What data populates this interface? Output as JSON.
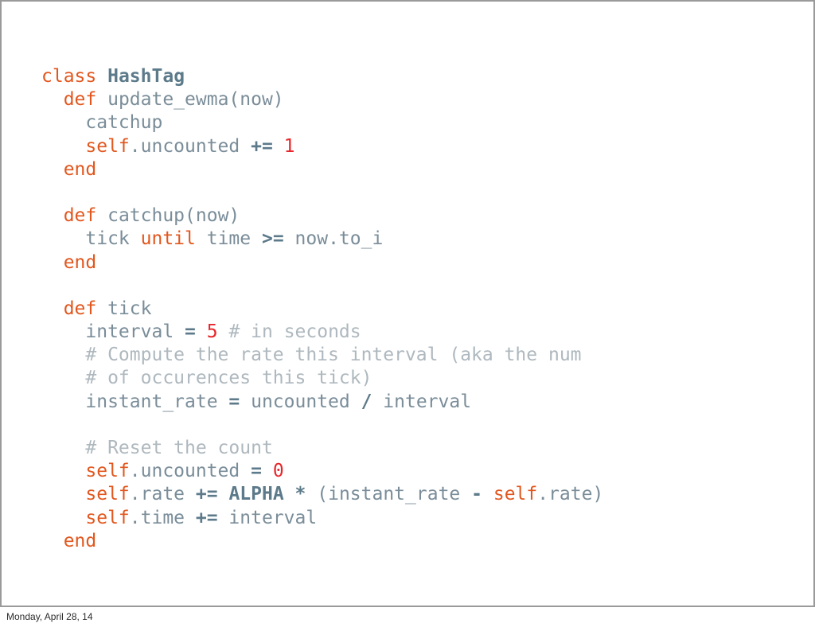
{
  "slide": {
    "footer_text": "Monday, April 28, 14",
    "background_color": "#ffffff",
    "border_color": "#9a9a9a"
  },
  "theme": {
    "keyword_color": "#E2571E",
    "constant_color": "#5C7A8A",
    "plain_color": "#7A8D99",
    "operator_color": "#5C7A8A",
    "number_color": "#E8252A",
    "comment_color": "#AEB8BE"
  },
  "code": {
    "language": "ruby",
    "full_text": "class HashTag\n  def update_ewma(now)\n    catchup\n    self.uncounted += 1\n  end\n\n  def catchup(now)\n    tick until time >= now.to_i\n  end\n\n  def tick\n    interval = 5 # in seconds\n    # Compute the rate this interval (aka the num\n    # of occurences this tick)\n    instant_rate = uncounted / interval\n\n    # Reset the count\n    self.uncounted = 0\n    self.rate += ALPHA * (instant_rate - self.rate)\n    self.time += interval\n  end",
    "lines": [
      {
        "indent": "",
        "tokens": [
          {
            "t": "kw",
            "v": "class"
          },
          {
            "t": "plain",
            "v": " "
          },
          {
            "t": "const",
            "v": "HashTag"
          }
        ]
      },
      {
        "indent": "  ",
        "tokens": [
          {
            "t": "kw",
            "v": "def"
          },
          {
            "t": "plain",
            "v": " update_ewma(now)"
          }
        ]
      },
      {
        "indent": "    ",
        "tokens": [
          {
            "t": "plain",
            "v": "catchup"
          }
        ]
      },
      {
        "indent": "    ",
        "tokens": [
          {
            "t": "self",
            "v": "self"
          },
          {
            "t": "plain",
            "v": ".uncounted "
          },
          {
            "t": "op",
            "v": "+="
          },
          {
            "t": "plain",
            "v": " "
          },
          {
            "t": "num",
            "v": "1"
          }
        ]
      },
      {
        "indent": "  ",
        "tokens": [
          {
            "t": "kw",
            "v": "end"
          }
        ]
      },
      {
        "indent": "",
        "tokens": []
      },
      {
        "indent": "  ",
        "tokens": [
          {
            "t": "kw",
            "v": "def"
          },
          {
            "t": "plain",
            "v": " catchup(now)"
          }
        ]
      },
      {
        "indent": "    ",
        "tokens": [
          {
            "t": "plain",
            "v": "tick "
          },
          {
            "t": "kw",
            "v": "until"
          },
          {
            "t": "plain",
            "v": " time "
          },
          {
            "t": "op",
            "v": ">="
          },
          {
            "t": "plain",
            "v": " now.to_i"
          }
        ]
      },
      {
        "indent": "  ",
        "tokens": [
          {
            "t": "kw",
            "v": "end"
          }
        ]
      },
      {
        "indent": "",
        "tokens": []
      },
      {
        "indent": "  ",
        "tokens": [
          {
            "t": "kw",
            "v": "def"
          },
          {
            "t": "plain",
            "v": " tick"
          }
        ]
      },
      {
        "indent": "    ",
        "tokens": [
          {
            "t": "plain",
            "v": "interval "
          },
          {
            "t": "op",
            "v": "="
          },
          {
            "t": "plain",
            "v": " "
          },
          {
            "t": "num",
            "v": "5"
          },
          {
            "t": "plain",
            "v": " "
          },
          {
            "t": "comment",
            "v": "# in seconds"
          }
        ]
      },
      {
        "indent": "    ",
        "tokens": [
          {
            "t": "comment",
            "v": "# Compute the rate this interval (aka the num"
          }
        ]
      },
      {
        "indent": "    ",
        "tokens": [
          {
            "t": "comment",
            "v": "# of occurences this tick)"
          }
        ]
      },
      {
        "indent": "    ",
        "tokens": [
          {
            "t": "plain",
            "v": "instant_rate "
          },
          {
            "t": "op",
            "v": "="
          },
          {
            "t": "plain",
            "v": " uncounted "
          },
          {
            "t": "op",
            "v": "/"
          },
          {
            "t": "plain",
            "v": " interval"
          }
        ]
      },
      {
        "indent": "",
        "tokens": []
      },
      {
        "indent": "    ",
        "tokens": [
          {
            "t": "comment",
            "v": "# Reset the count"
          }
        ]
      },
      {
        "indent": "    ",
        "tokens": [
          {
            "t": "self",
            "v": "self"
          },
          {
            "t": "plain",
            "v": ".uncounted "
          },
          {
            "t": "op",
            "v": "="
          },
          {
            "t": "plain",
            "v": " "
          },
          {
            "t": "num",
            "v": "0"
          }
        ]
      },
      {
        "indent": "    ",
        "tokens": [
          {
            "t": "self",
            "v": "self"
          },
          {
            "t": "plain",
            "v": ".rate "
          },
          {
            "t": "op",
            "v": "+="
          },
          {
            "t": "plain",
            "v": " "
          },
          {
            "t": "const",
            "v": "ALPHA"
          },
          {
            "t": "plain",
            "v": " "
          },
          {
            "t": "op",
            "v": "*"
          },
          {
            "t": "plain",
            "v": " (instant_rate "
          },
          {
            "t": "op",
            "v": "-"
          },
          {
            "t": "plain",
            "v": " "
          },
          {
            "t": "self",
            "v": "self"
          },
          {
            "t": "plain",
            "v": ".rate)"
          }
        ]
      },
      {
        "indent": "    ",
        "tokens": [
          {
            "t": "self",
            "v": "self"
          },
          {
            "t": "plain",
            "v": ".time "
          },
          {
            "t": "op",
            "v": "+="
          },
          {
            "t": "plain",
            "v": " interval"
          }
        ]
      },
      {
        "indent": "  ",
        "tokens": [
          {
            "t": "kw",
            "v": "end"
          }
        ]
      }
    ]
  }
}
